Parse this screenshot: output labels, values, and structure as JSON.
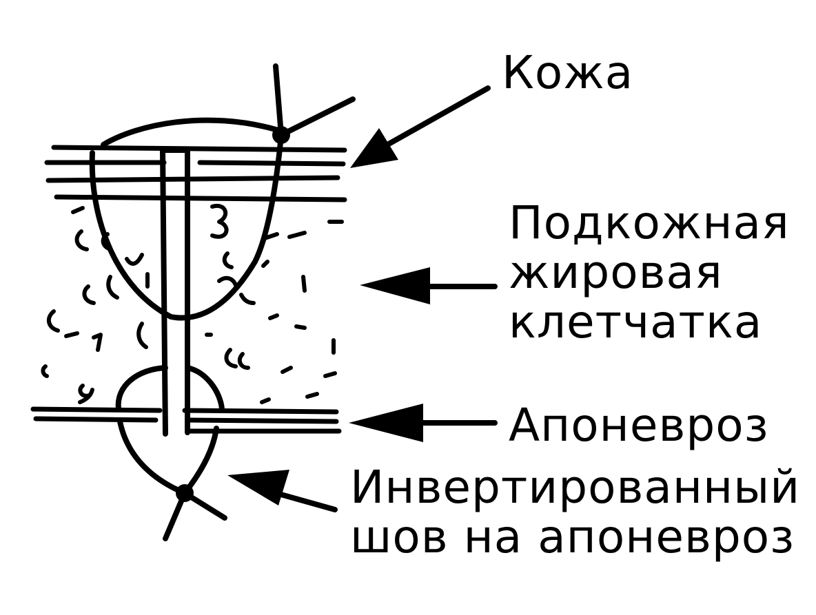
{
  "labels": {
    "skin": "Кожа",
    "fat": [
      "Подкожная",
      "жировая",
      "клетчатка"
    ],
    "aponeurosis": "Апоневроз",
    "suture": [
      "Инвертированный",
      "шов на апоневроз"
    ]
  },
  "colors": {
    "ink": "#000000",
    "paper": "#ffffff"
  },
  "icons": [
    "arrow-icon",
    "knot-icon"
  ]
}
